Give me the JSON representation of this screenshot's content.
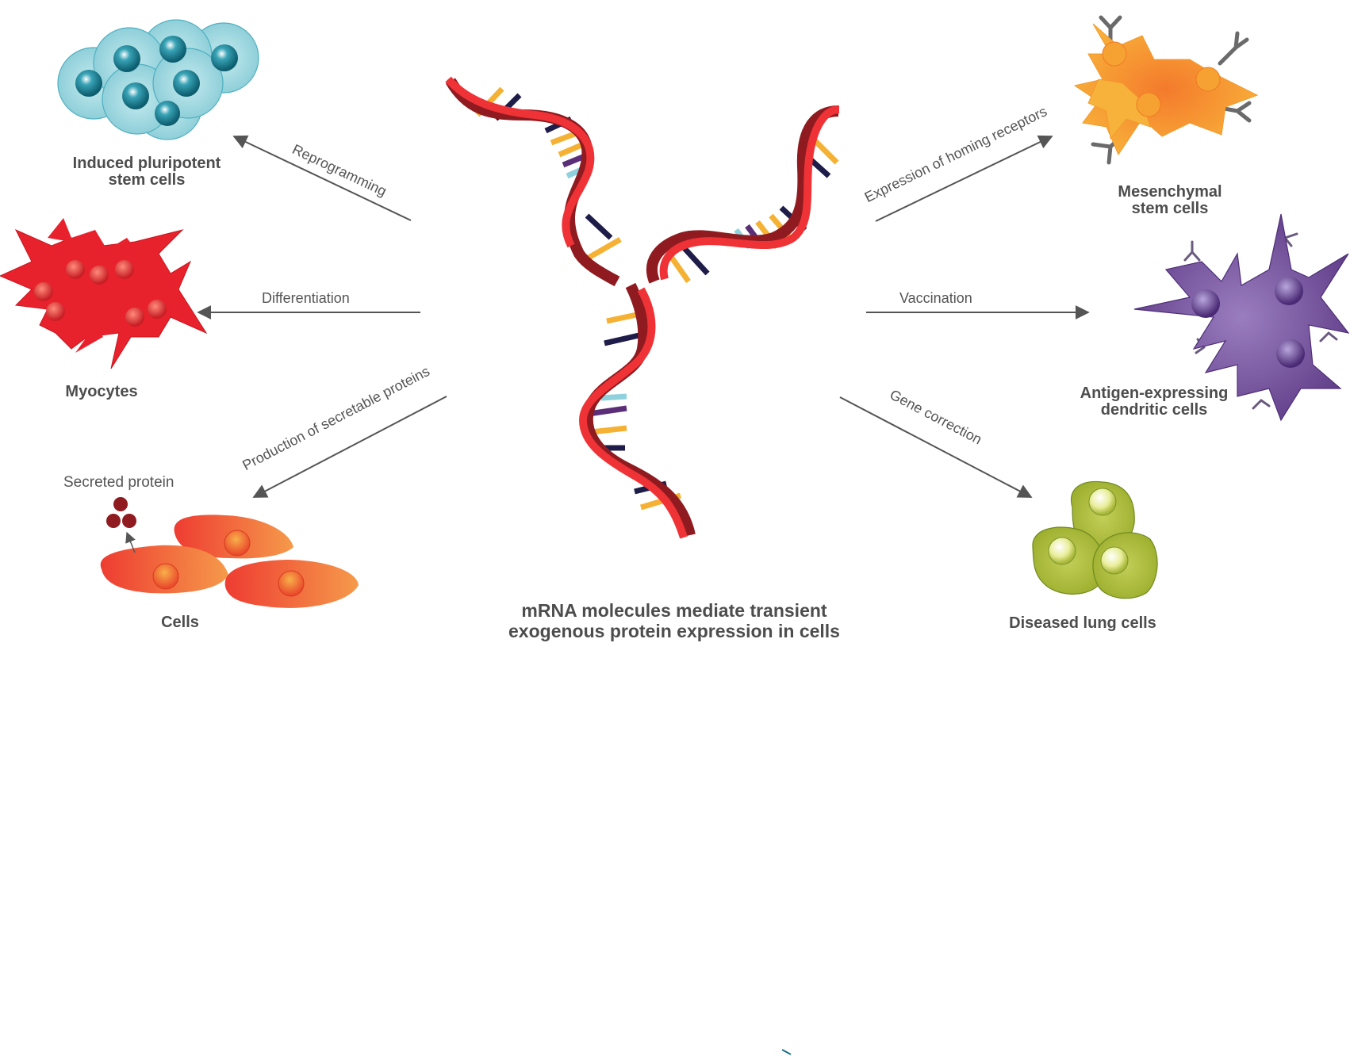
{
  "center": {
    "caption_line1": "mRNA molecules mediate transient",
    "caption_line2": "exogenous protein expression in cells"
  },
  "targets": {
    "ipsc": {
      "line1": "Induced pluripotent",
      "line2": "stem cells",
      "arrow": "Reprogramming"
    },
    "myocytes": {
      "line1": "Myocytes",
      "arrow": "Differentiation"
    },
    "cells": {
      "line1": "Cells",
      "arrow": "Production of secretable proteins",
      "secreted": "Secreted protein"
    },
    "msc": {
      "line1": "Mesenchymal",
      "line2": "stem cells",
      "arrow": "Expression of homing receptors"
    },
    "dendritic": {
      "line1": "Antigen-expressing",
      "line2": "dendritic cells",
      "arrow": "Vaccination"
    },
    "lung": {
      "line1": "Diseased lung cells",
      "arrow": "Gene correction"
    }
  },
  "colors": {
    "strand_red": "#ee3236",
    "strand_dark": "#8f1b20",
    "base_yellow": "#f5b133",
    "base_navy": "#1e1c48",
    "base_purple": "#5b2f78",
    "base_cyan": "#8fd1dd",
    "arrow": "#555555",
    "ipsc_cell": "#9ed7df",
    "myocyte": "#e8222c",
    "cell_orange": "#f0703c",
    "msc_cell": "#f6a932",
    "dendritic": "#6b4690",
    "lung_cell": "#a8b836"
  }
}
